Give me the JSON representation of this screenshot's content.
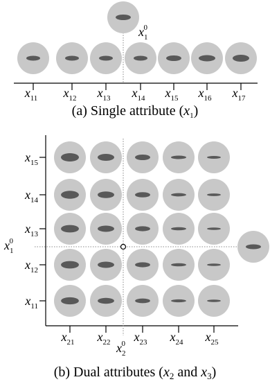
{
  "colors": {
    "disc": "#c8c8c8",
    "blob": "#595959",
    "line": "#000000",
    "dotted": "#888888"
  },
  "panel_a": {
    "caption": {
      "pre": "(a) Single attribute (",
      "var": "x",
      "sub": "1",
      "post": ")"
    },
    "top_label": {
      "var": "x",
      "sub": "1",
      "sup": "0"
    },
    "ticks": [
      {
        "var": "x",
        "sub": "11"
      },
      {
        "var": "x",
        "sub": "12"
      },
      {
        "var": "x",
        "sub": "13"
      },
      {
        "var": "x",
        "sub": "14"
      },
      {
        "var": "x",
        "sub": "15"
      },
      {
        "var": "x",
        "sub": "16"
      },
      {
        "var": "x",
        "sub": "17"
      }
    ]
  },
  "panel_b": {
    "caption": {
      "pre": "(b) Dual attributes (",
      "var1": "x",
      "sub1": "2",
      "mid": " and ",
      "var2": "x",
      "sub2": "3",
      "post": ")"
    },
    "y_ticks": [
      {
        "var": "x",
        "sub": "15"
      },
      {
        "var": "x",
        "sub": "14"
      },
      {
        "var": "x",
        "sub": "13"
      },
      {
        "var": "x",
        "sub": "12"
      },
      {
        "var": "x",
        "sub": "11"
      }
    ],
    "x_ticks": [
      {
        "var": "x",
        "sub": "21"
      },
      {
        "var": "x",
        "sub": "22"
      },
      {
        "var": "x",
        "sub": "23"
      },
      {
        "var": "x",
        "sub": "24"
      },
      {
        "var": "x",
        "sub": "25"
      }
    ],
    "origin_y_label": {
      "var": "x",
      "sub": "1",
      "sup": "0"
    },
    "origin_x_label": {
      "var": "x",
      "sub": "2",
      "sup": "0"
    }
  }
}
